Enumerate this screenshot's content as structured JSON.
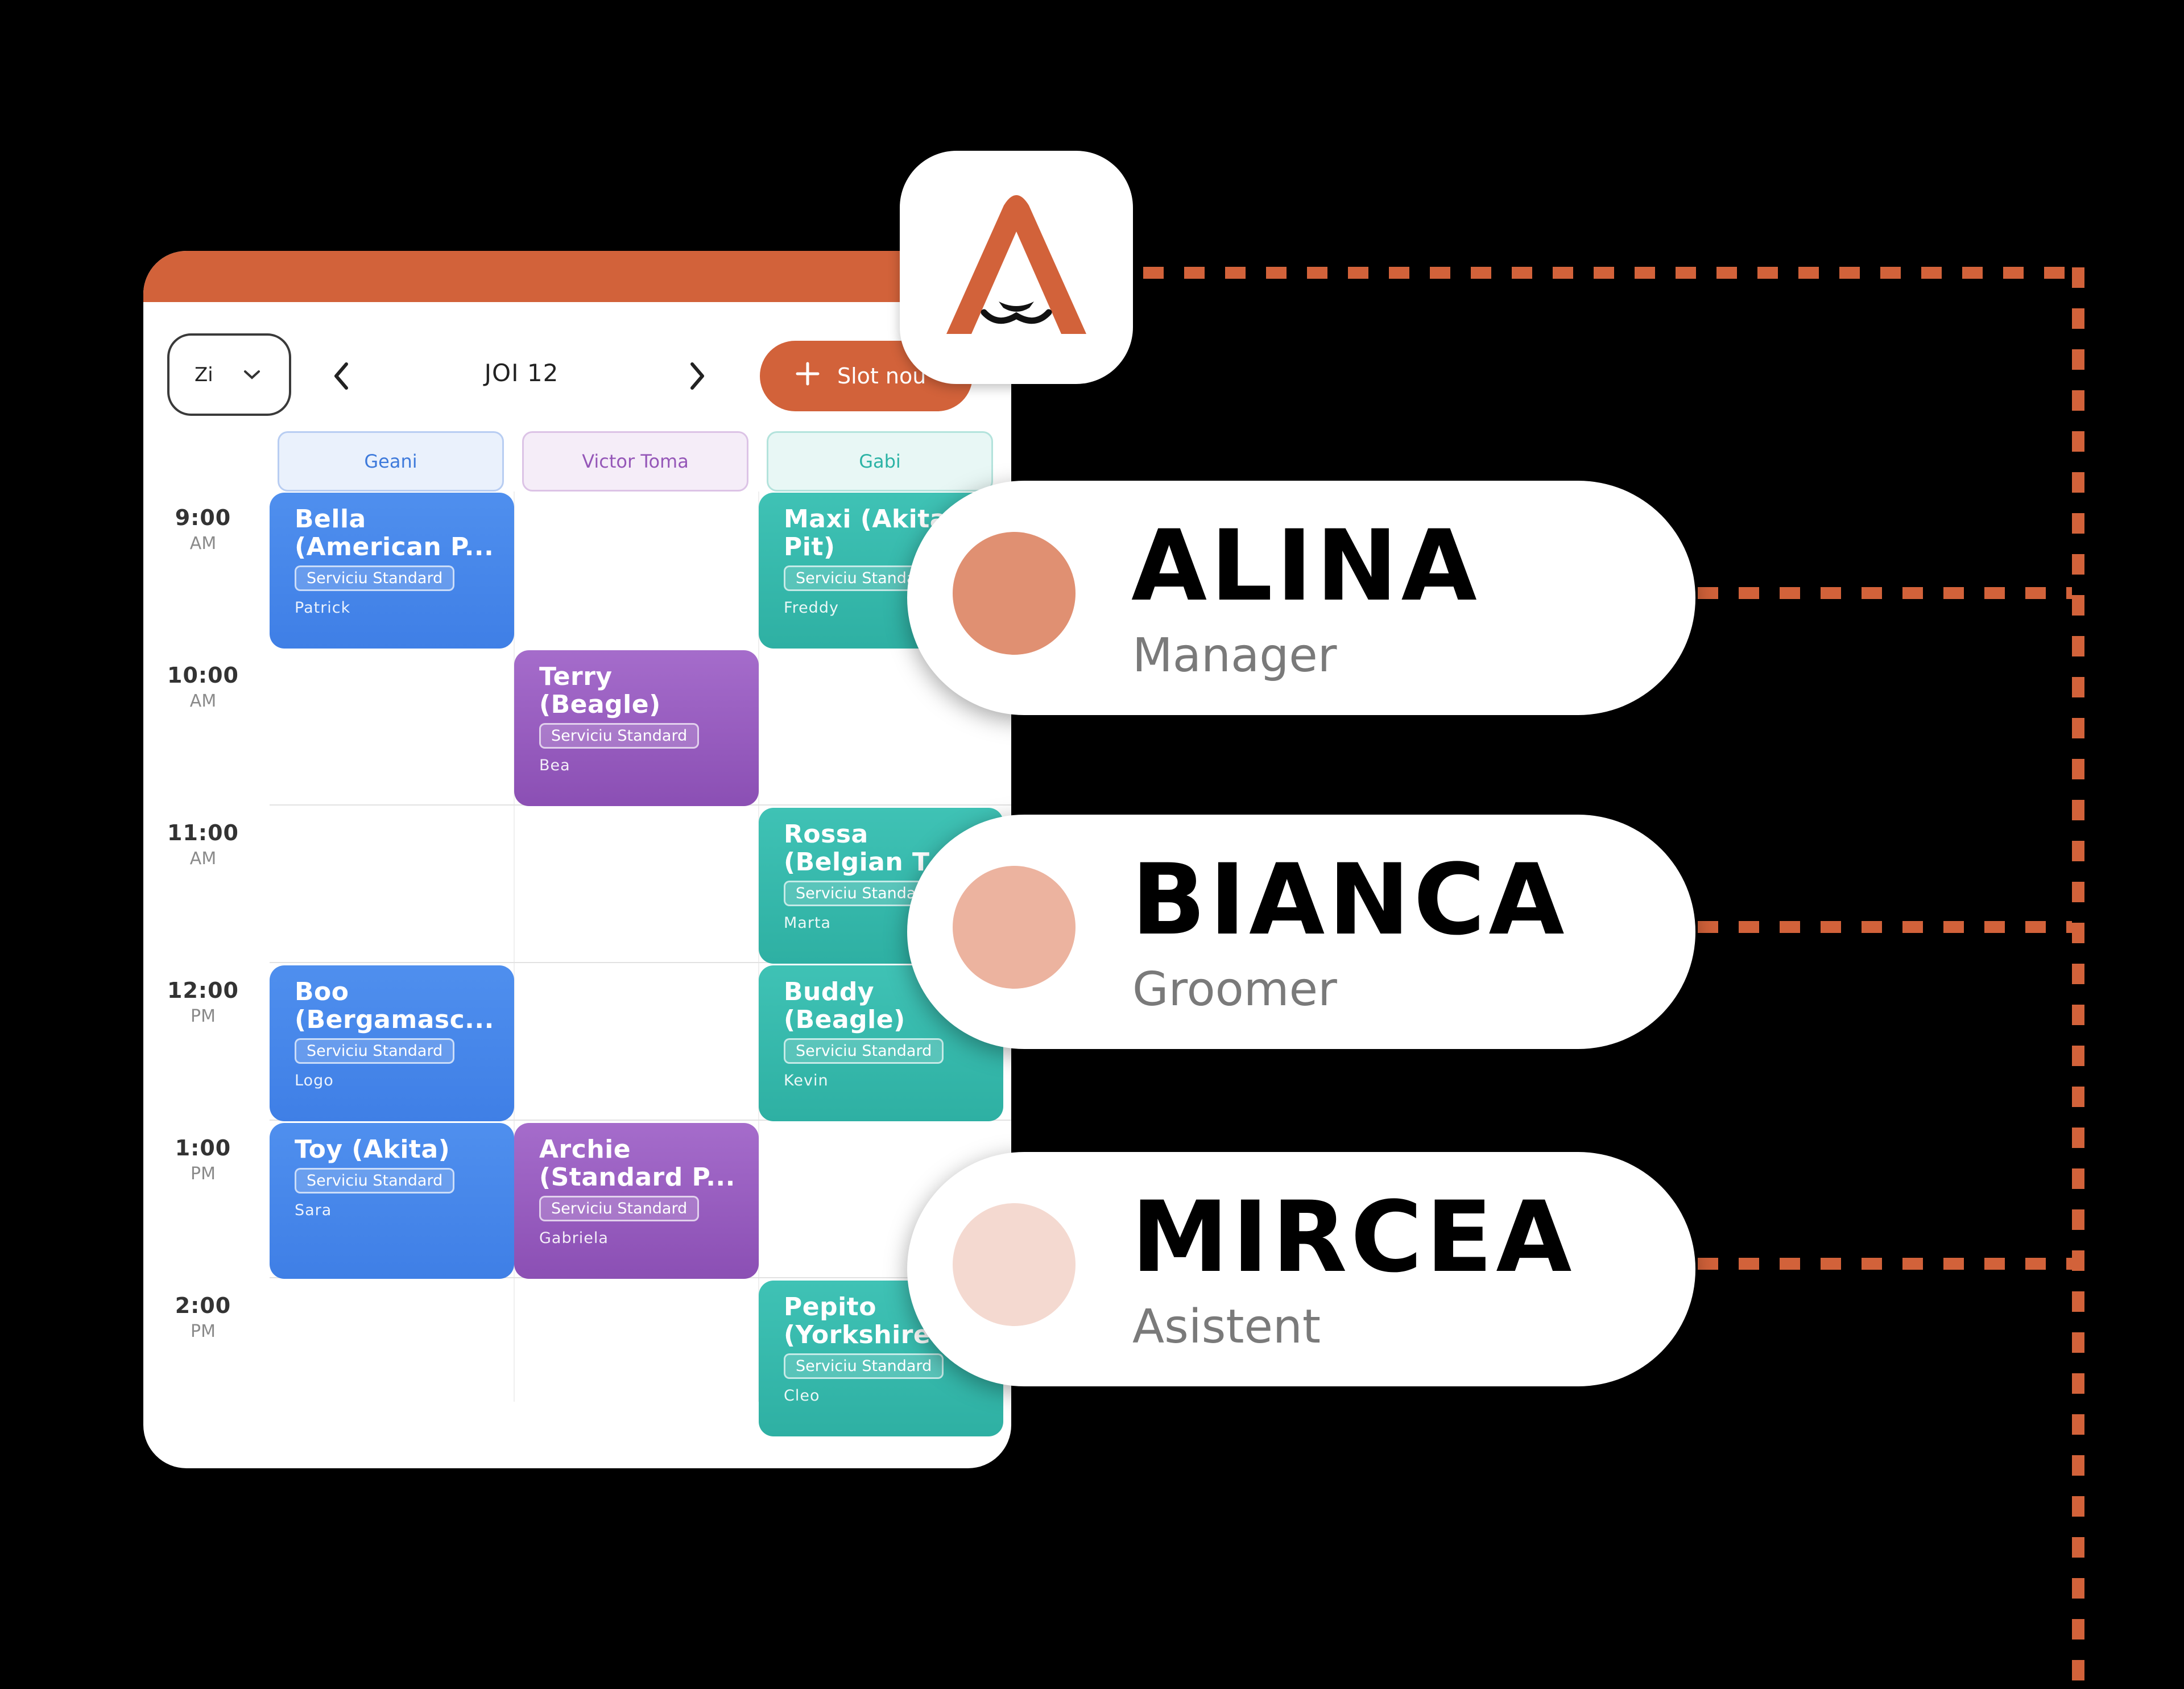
{
  "brand": {
    "primary": "#D2623A",
    "icon_name": "dog-face-logo-icon"
  },
  "calendar": {
    "view_select": {
      "value": "Zi"
    },
    "date": "JOI 12",
    "new_slot_label": "Slot nou",
    "staff": [
      "Geani",
      "Victor Toma",
      "Gabi"
    ],
    "times": [
      {
        "t": "9:00",
        "ap": "AM"
      },
      {
        "t": "10:00",
        "ap": "AM"
      },
      {
        "t": "11:00",
        "ap": "AM"
      },
      {
        "t": "12:00",
        "ap": "PM"
      },
      {
        "t": "1:00",
        "ap": "PM"
      },
      {
        "t": "2:00",
        "ap": "PM"
      }
    ],
    "appointments": [
      {
        "pet": "Bella\n(American P...",
        "service": "Serviciu Standard",
        "client": "Patrick"
      },
      {
        "pet": "Maxi (Akita\nPit)",
        "service": "Serviciu Standard",
        "client": "Freddy"
      },
      {
        "pet": "Terry\n(Beagle)",
        "service": "Serviciu Standard",
        "client": "Bea"
      },
      {
        "pet": "Rossa\n(Belgian T",
        "service": "Serviciu Standard",
        "client": "Marta"
      },
      {
        "pet": "Boo\n(Bergamasc...",
        "service": "Serviciu Standard",
        "client": "Logo"
      },
      {
        "pet": "Buddy\n(Beagle)",
        "service": "Serviciu Standard",
        "client": "Kevin"
      },
      {
        "pet": "Toy (Akita)",
        "service": "Serviciu Standard",
        "client": "Sara"
      },
      {
        "pet": "Archie\n(Standard P...",
        "service": "Serviciu Standard",
        "client": "Gabriela"
      },
      {
        "pet": "Pepito\n(Yorkshire",
        "service": "Serviciu Standard",
        "client": "Cleo"
      }
    ]
  },
  "roles": [
    {
      "name": "ALINA",
      "title": "Manager",
      "color": "#E09072"
    },
    {
      "name": "BIANCA",
      "title": "Groomer",
      "color": "#ECB39F"
    },
    {
      "name": "MIRCEA",
      "title": "Asistent",
      "color": "#F4D9D0"
    }
  ]
}
